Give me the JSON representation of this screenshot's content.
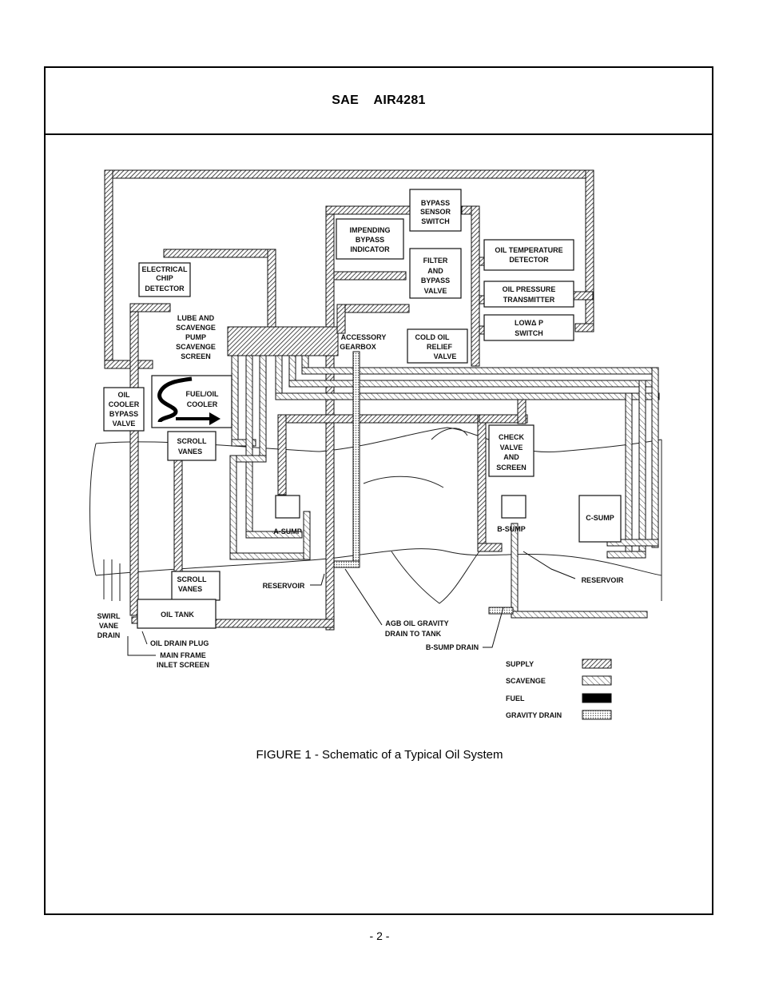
{
  "document": {
    "title": "SAE    AIR4281",
    "caption": "FIGURE 1 - Schematic of a Typical Oil System",
    "page_number": "- 2 -"
  },
  "schematic": {
    "labels": {
      "electrical_chip_detector": [
        "ELECTRICAL",
        "CHIP",
        "DETECTOR"
      ],
      "lube_scavenge_pump": [
        "LUBE AND",
        "SCAVENGE",
        "PUMP",
        "SCAVENGE",
        "SCREEN"
      ],
      "bypass_sensor_switch": [
        "BYPASS",
        "SENSOR",
        "SWITCH"
      ],
      "impending_bypass_indicator": [
        "IMPENDING",
        "BYPASS",
        "INDICATOR"
      ],
      "filter_bypass_valve": [
        "FILTER",
        "AND",
        "BYPASS",
        "VALVE"
      ],
      "oil_temperature_detector": [
        "OIL TEMPERATURE",
        "DETECTOR"
      ],
      "oil_pressure_transmitter": [
        "OIL PRESSURE",
        "TRANSMITTER"
      ],
      "low_delta_p_switch": [
        "LOWΔ P",
        "SWITCH"
      ],
      "accessory_gearbox": [
        "ACCESSORY",
        "GEARBOX"
      ],
      "cold_oil_relief_valve": [
        "COLD OIL",
        "RELIEF",
        "VALVE"
      ],
      "oil_cooler_bypass_valve": [
        "OIL",
        "COOLER",
        "BYPASS",
        "VALVE"
      ],
      "fuel_oil_cooler": [
        "FUEL/OIL",
        "COOLER"
      ],
      "scroll_vanes_top": [
        "SCROLL",
        "VANES"
      ],
      "scroll_vanes_bottom": [
        "SCROLL",
        "VANES"
      ],
      "check_valve_screen": [
        "CHECK",
        "VALVE",
        "AND",
        "SCREEN"
      ],
      "c_sump": "C-SUMP",
      "a_sump": "A-SUMP",
      "b_sump": "B-SUMP",
      "reservoir_left": "RESERVOIR",
      "reservoir_right": "RESERVOIR",
      "oil_tank": "OIL TANK",
      "swirl_vane_drain": [
        "SWIRL",
        "VANE",
        "DRAIN"
      ],
      "oil_drain_plug": "OIL DRAIN PLUG",
      "main_frame_inlet_screen": [
        "MAIN FRAME",
        "INLET SCREEN"
      ],
      "agb_oil_gravity_drain": [
        "AGB OIL GRAVITY",
        "DRAIN TO TANK"
      ],
      "b_sump_drain": "B-SUMP DRAIN"
    },
    "legend": [
      {
        "label": "SUPPLY",
        "pattern": "supply"
      },
      {
        "label": "SCAVENGE",
        "pattern": "scavenge"
      },
      {
        "label": "FUEL",
        "pattern": "fuel"
      },
      {
        "label": "GRAVITY DRAIN",
        "pattern": "gravity"
      }
    ]
  }
}
